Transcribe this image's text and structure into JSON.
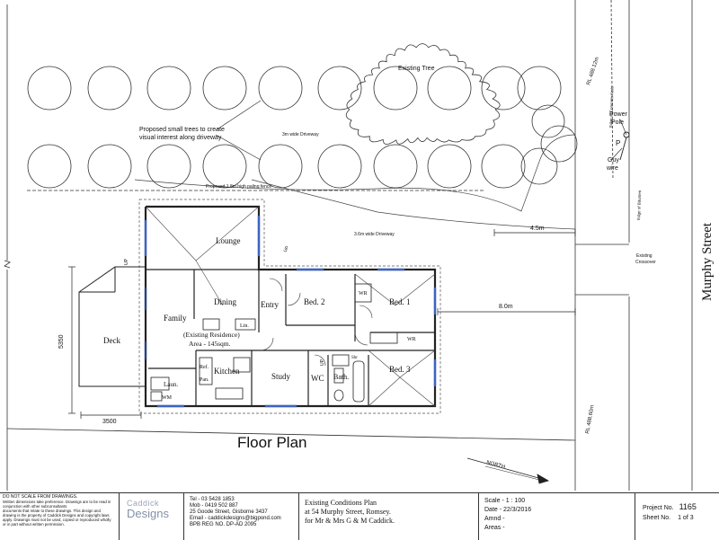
{
  "labels": {
    "existing_tree": "Existing Tree",
    "proposed_trees_1": "Proposed small trees to create",
    "proposed_trees_2": "visual interest along driveway",
    "driveway_3m": "3m wide Driveway",
    "fence": "Proposed 1.8m high paling fence",
    "driveway_36m": "3.6m wide Driveway",
    "dim_45": "4.5m",
    "dim_80": "8.0m",
    "dim_3500": "3500",
    "dim_5350": "5350",
    "rl_top": "RL 488.12m",
    "rl_bottom": "RL 488.60m",
    "edge_concrete": "Edge of Concrete Kerb",
    "edge_bitumen": "Edge of Bitumen",
    "power_pole_1": "Power",
    "power_pole_2": "Pole",
    "power_p": "P",
    "guy_wire_1": "Guy",
    "guy_wire_2": "wire",
    "crossover_1": "Existing",
    "crossover_2": "Crossover",
    "street": "Murphy   Street",
    "north": "NORTH",
    "up_1": "UP",
    "up_2": "UP",
    "up_3": "UP",
    "floor_plan": "Floor Plan"
  },
  "rooms": {
    "lounge": "Lounge",
    "dining": "Dining",
    "entry": "Entry",
    "bed2": "Bed. 2",
    "bed1": "Bed. 1",
    "wr1": "WR",
    "wr2": "WR",
    "family": "Family",
    "lin": "Lin.",
    "existing_1": "(Existing Residence)",
    "existing_2": "Area - 145sqm.",
    "deck": "Deck",
    "ref": "Ref.",
    "pan": "Pan.",
    "kitchen": "Kitchen",
    "laun": "Laun.",
    "wm": "WM",
    "study": "Study",
    "wc": "WC",
    "bath": "Bath.",
    "shr": "Shr",
    "bed3": "Bed. 3"
  },
  "title_block": {
    "warning": [
      "DO NOT SCALE FROM DRAWINGS.",
      "Written dimensions take preference. Drawings are to be read in",
      "conjunction with other subconsultants",
      "documents that relate to these drawings. This design and",
      "drawing is the property of Caddick Designs and copyright laws",
      "apply. Drawings must not be used, copied or reproduced wholly",
      "or in part without written permission."
    ],
    "logo_top": "Caddick",
    "logo_bottom": "Designs",
    "contact": [
      "Tel   - 03 5428 1853",
      "Mob  - 0419 502 887",
      "25 Goode Street, Gisborne 3437",
      "Email - caddickdesigns@bigpond.com",
      "BPB REG NO. DP-AD 2095"
    ],
    "project": [
      "Existing Conditions Plan",
      "at 54 Murphy Street, Romsey.",
      "for Mr & Mrs  G & M  Caddick."
    ],
    "scale": "Scale  -  1 : 100",
    "date": "Date   -  22/3/2016",
    "amnd": "Amnd  -",
    "areas": "Areas  -",
    "project_no_label": "Project No.",
    "project_no": "1165",
    "sheet_no_label": "Sheet No.",
    "sheet_no": "1 of 3"
  },
  "colors": {
    "line": "#222222",
    "window": "#3b63c4"
  }
}
